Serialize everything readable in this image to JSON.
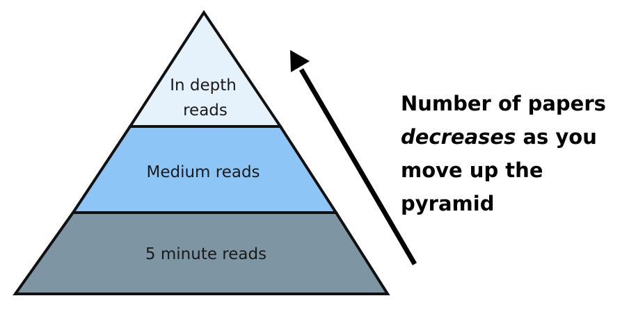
{
  "pyramid": {
    "tiers": [
      {
        "name": "top",
        "label_lines": [
          "In depth",
          "reads"
        ],
        "color": "#e6f2fb"
      },
      {
        "name": "middle",
        "label_lines": [
          "Medium reads"
        ],
        "color": "#8ec5f7"
      },
      {
        "name": "bottom",
        "label_lines": [
          "5 minute reads"
        ],
        "color": "#7e95a3"
      }
    ],
    "outline_color": "#111111"
  },
  "caption": {
    "part1": "Number of papers",
    "emphasis": "decreases",
    "part2": "as you move up the pyramid"
  },
  "arrow": {
    "direction": "up",
    "color": "#000000"
  }
}
